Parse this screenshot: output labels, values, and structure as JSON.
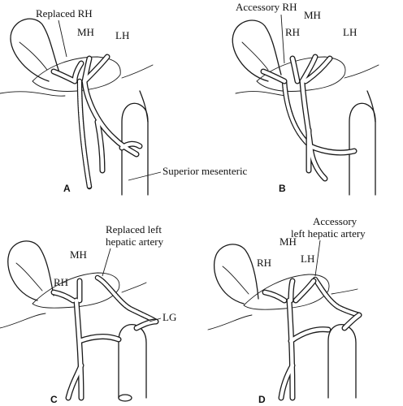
{
  "panels": {
    "a": {
      "letter": "A",
      "labels": {
        "replaced_rh": "Replaced RH",
        "mh": "MH",
        "lh": "LH",
        "superior_mesenteric": "Superior mesenteric"
      }
    },
    "b": {
      "letter": "B",
      "labels": {
        "accessory_rh": "Accessory RH",
        "rh": "RH",
        "mh": "MH",
        "lh": "LH"
      }
    },
    "c": {
      "letter": "C",
      "labels": {
        "rh": "RH",
        "mh": "MH",
        "replaced_left_1": "Replaced left",
        "replaced_left_2": "hepatic artery",
        "lg": "LG"
      }
    },
    "d": {
      "letter": "D",
      "labels": {
        "rh": "RH",
        "mh": "MH",
        "lh": "LH",
        "accessory_left_1": "Accessory",
        "accessory_left_2": "left hepatic artery"
      }
    }
  }
}
